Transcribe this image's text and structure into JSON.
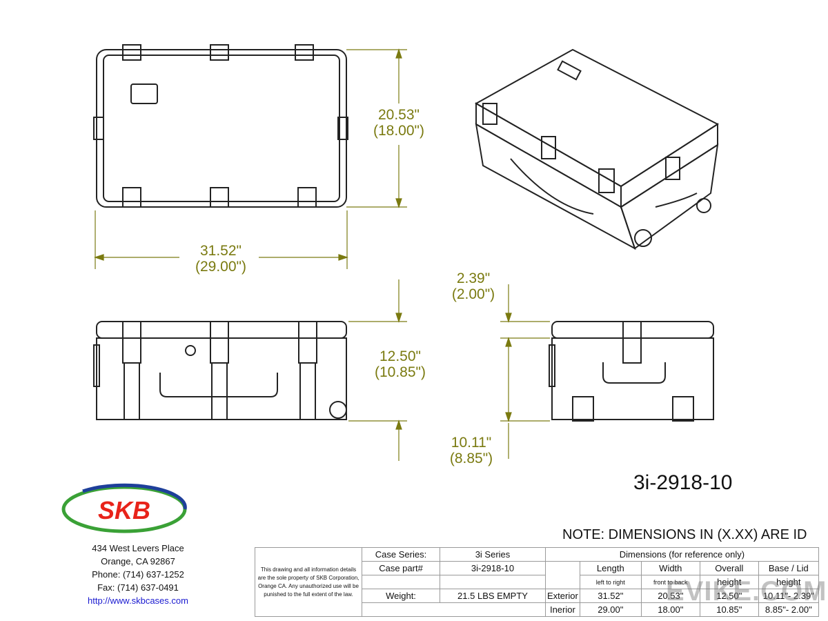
{
  "dimensions": {
    "width": "20.53\"",
    "width_id": "(18.00\")",
    "length": "31.52\"",
    "length_id": "(29.00\")",
    "height": "12.50\"",
    "height_id": "(10.85\")",
    "lid": "2.39\"",
    "lid_id": "(2.00\")",
    "base": "10.11\"",
    "base_id": "(8.85\")"
  },
  "model_number": "3i-2918-10",
  "note": "NOTE: DIMENSIONS IN (X.XX) ARE ID",
  "logo": {
    "text": "SKB",
    "colors": {
      "red": "#e8231a",
      "green": "#3aa136",
      "blue": "#1e3f9a"
    }
  },
  "address": [
    "434 West Levers Place",
    "Orange, CA  92867",
    "Phone: (714) 637-1252",
    "Fax: (714) 637-0491"
  ],
  "website": "http://www.skbcases.com",
  "disclaimer": "This drawing and all information details are the sole property of SKB Corporation, Orange CA. Any unauthorized use will be punished  to the full extent of the law.",
  "table": {
    "case_series_label": "Case Series:",
    "case_series": "3i Series",
    "case_part_label": "Case part#",
    "case_part": "3i-2918-10",
    "weight_label": "Weight:",
    "weight": "21.5 LBS EMPTY",
    "dims_header": "Dimensions (for reference only)",
    "cols": [
      "Length",
      "Width",
      "Overall",
      "Base / Lid"
    ],
    "subcols": [
      "left to right",
      "front to back",
      "height",
      "height"
    ],
    "rows": [
      {
        "label": "Exterior",
        "values": [
          "31.52\"",
          "20.53\"",
          "12.50\"",
          "10.11\"- 2.39\""
        ]
      },
      {
        "label": "Inerior",
        "values": [
          "29.00\"",
          "18.00\"",
          "10.85\"",
          "8.85\"- 2.00\""
        ]
      }
    ]
  },
  "watermark": "EVIKE.COM",
  "colors": {
    "dimension": "#7a7a10",
    "line": "#222222"
  }
}
